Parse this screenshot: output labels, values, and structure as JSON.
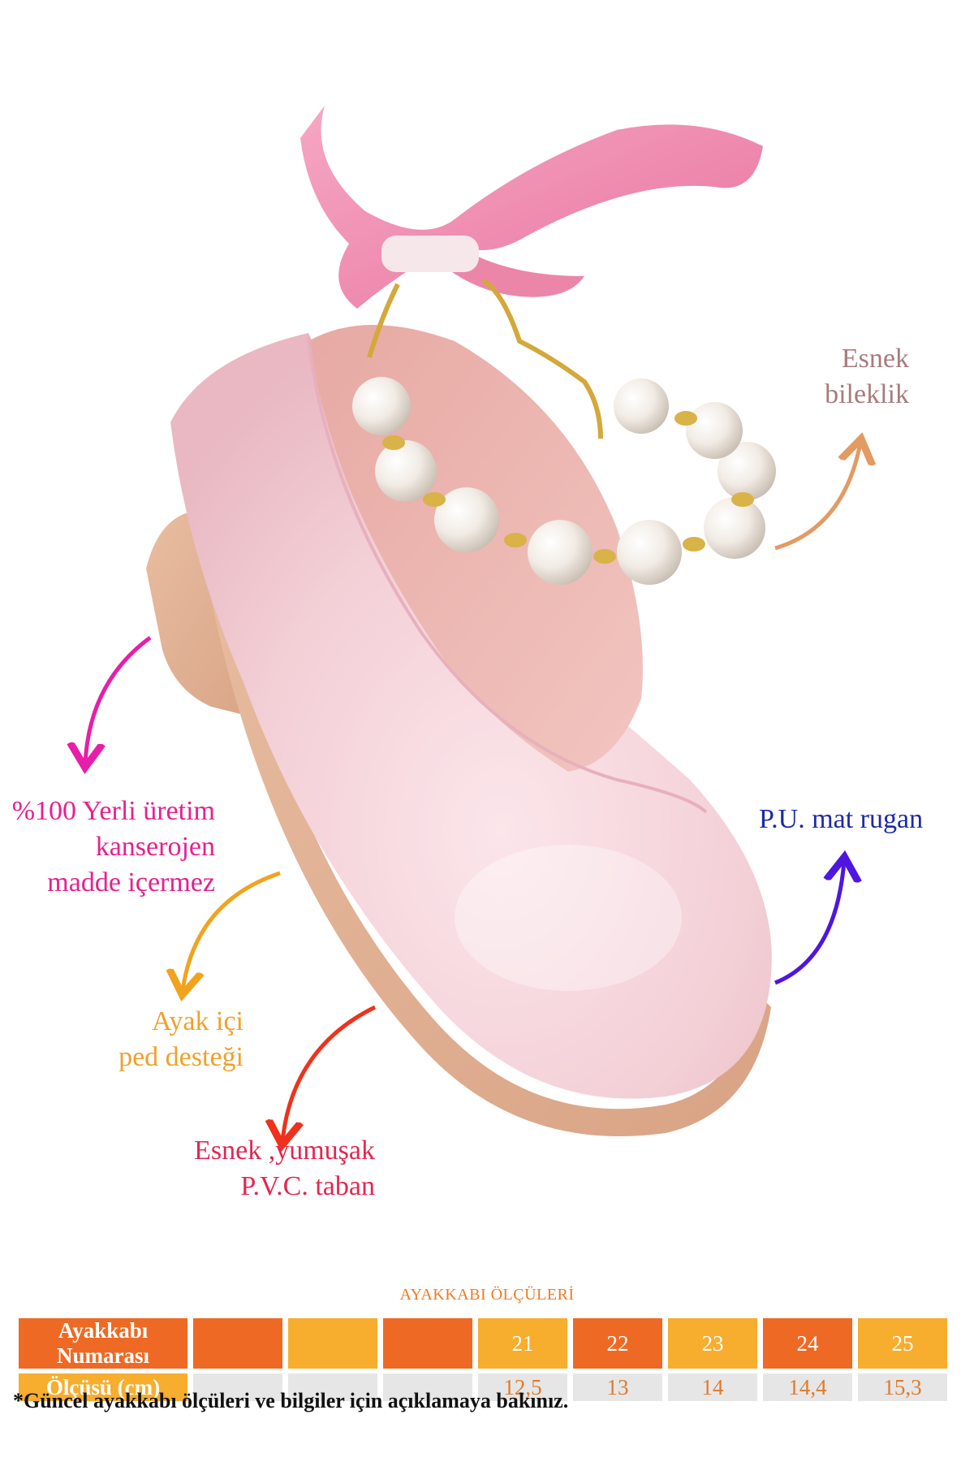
{
  "callouts": {
    "bracelet": {
      "line1": "Esnek",
      "line2": "bileklik",
      "color": "#a97b7d"
    },
    "domestic": {
      "line1": "%100 Yerli üretim",
      "line2": "kanserojen",
      "line3": "madde içermez",
      "color": "#e7208f"
    },
    "leather": {
      "line1": "P.U. mat rugan",
      "color": "#1d2aa6"
    },
    "insole": {
      "line1": "Ayak içi",
      "line2": "ped desteği",
      "color": "#f0a12a"
    },
    "sole": {
      "line1": "Esnek ,yumuşak",
      "line2": "P.V.C. taban",
      "color": "#e42650"
    }
  },
  "arrow_colors": {
    "bracelet": "#e39a63",
    "domestic": "#e81ea9",
    "leather": "#4f16e0",
    "insole": "#f1a31f",
    "sole": "#f0311b"
  },
  "size_table": {
    "title": "AYAKKABI ÖLÇÜLERİ",
    "row1_header": "Ayakkabı Numarası",
    "row2_header": "Ölçüsü (cm)",
    "sizes": [
      "",
      "",
      "",
      "21",
      "22",
      "23",
      "24",
      "25"
    ],
    "lengths": [
      "",
      "",
      "",
      "12,5",
      "13",
      "14",
      "14,4",
      "15,3"
    ]
  },
  "footnote": "*Güncel ayakkabı ölçüleri ve bilgiler için açıklamaya bakınız."
}
